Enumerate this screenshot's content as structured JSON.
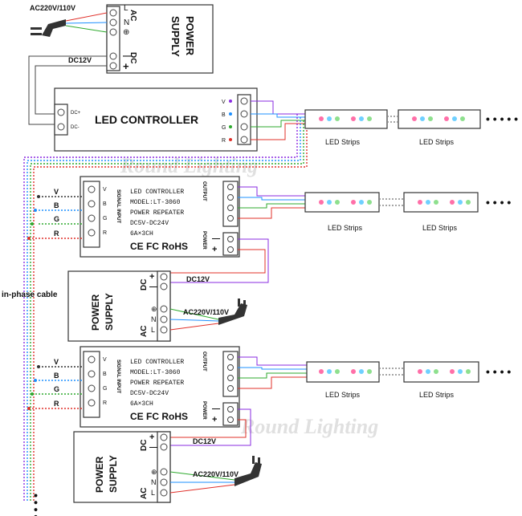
{
  "power_supply_top": {
    "title_1": "POWER",
    "title_2": "SUPPLY",
    "ac_label": "AC",
    "lne": [
      "L",
      "N",
      "⊕"
    ],
    "dc_label": "DC",
    "dc_signs": [
      "—",
      "+"
    ],
    "input_label": "AC220V/110V",
    "output_label": "DC12V"
  },
  "main_controller": {
    "title": "LED  CONTROLLER",
    "dc_in": [
      "DC+",
      "DC-"
    ],
    "channels": [
      "V",
      "B",
      "G",
      "R"
    ]
  },
  "repeater": {
    "lines": [
      "LED CONTROLLER",
      "MODEL:LT-3060",
      "POWER REPEATER",
      "DC5V-DC24V",
      "6A×3CH"
    ],
    "marks": "CE FC RoHS",
    "signal_input": "SIGNAL INPUT",
    "output": "OUTPUT",
    "power": "POWER",
    "channels": [
      "V",
      "B",
      "G",
      "R"
    ],
    "power_signs": [
      "—",
      "+"
    ]
  },
  "power_supply_lower": {
    "title_1": "POWER",
    "title_2": "SUPPLY",
    "dc_label": "DC",
    "dc_signs": [
      "—",
      "+"
    ],
    "ac_label": "AC",
    "lne": [
      "L",
      "N",
      "⊕"
    ],
    "output_label": "DC12V",
    "input_label": "AC220V/110V"
  },
  "strips": [
    "LED Strips",
    "LED Strips"
  ],
  "signal_labels": [
    "V",
    "B",
    "G",
    "R"
  ],
  "inphase_label": "in-phase cable",
  "watermark": "Round Lighting",
  "colors": {
    "v": "#8a2be2",
    "b": "#1e90ff",
    "g": "#2eaa2e",
    "r": "#e0302a",
    "line": "#444444"
  }
}
